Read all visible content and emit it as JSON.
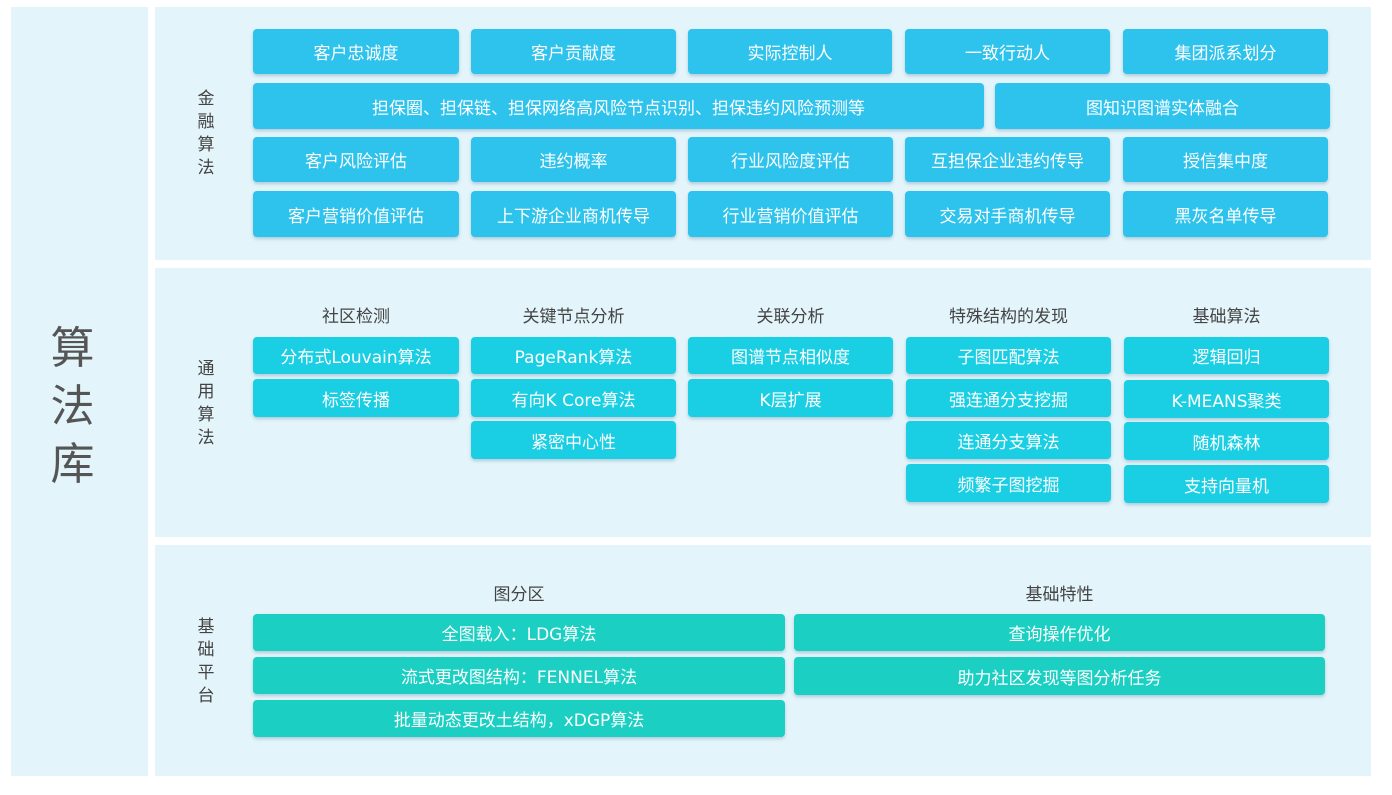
{
  "title": [
    "算",
    "法",
    "库"
  ],
  "finance": {
    "label": [
      "金",
      "融",
      "算",
      "法"
    ],
    "row1": [
      "客户忠诚度",
      "客户贡献度",
      "实际控制人",
      "一致行动人",
      "集团派系划分"
    ],
    "row2": [
      "担保圈、担保链、担保网络高风险节点识别、担保违约风险预测等",
      "图知识图谱实体融合"
    ],
    "row3": [
      "客户风险评估",
      "违约概率",
      "行业风险度评估",
      "互担保企业违约传导",
      "授信集中度"
    ],
    "row4": [
      "客户营销价值评估",
      "上下游企业商机传导",
      "行业营销价值评估",
      "交易对手商机传导",
      "黑灰名单传导"
    ]
  },
  "general": {
    "label": [
      "通",
      "用",
      "算",
      "法"
    ],
    "columns": [
      {
        "head": "社区检测",
        "items": [
          "分布式Louvain算法",
          "标签传播"
        ]
      },
      {
        "head": "关键节点分析",
        "items": [
          "PageRank算法",
          "有向K Core算法",
          "紧密中心性"
        ]
      },
      {
        "head": "关联分析",
        "items": [
          "图谱节点相似度",
          "K层扩展"
        ]
      },
      {
        "head": "特殊结构的发现",
        "items": [
          "子图匹配算法",
          "强连通分支挖掘",
          "连通分支算法",
          "频繁子图挖掘"
        ]
      },
      {
        "head": "基础算法",
        "items": [
          "逻辑回归",
          "K-MEANS聚类",
          "随机森林",
          "支持向量机"
        ]
      }
    ]
  },
  "platform": {
    "label": [
      "基",
      "础",
      "平",
      "台"
    ],
    "columns": [
      {
        "head": "图分区",
        "items": [
          "全图载入：LDG算法",
          "流式更改图结构：FENNEL算法",
          "批量动态更改土结构，xDGP算法"
        ]
      },
      {
        "head": "基础特性",
        "items": [
          "查询操作优化",
          "助力社区发现等图分析任务"
        ]
      }
    ]
  },
  "colors": {
    "panel": "#e3f5fb",
    "finance_box": "#2ec3ec",
    "general_box": "#1acfe3",
    "platform_box": "#1bd0c3",
    "title_text": "#555555"
  }
}
